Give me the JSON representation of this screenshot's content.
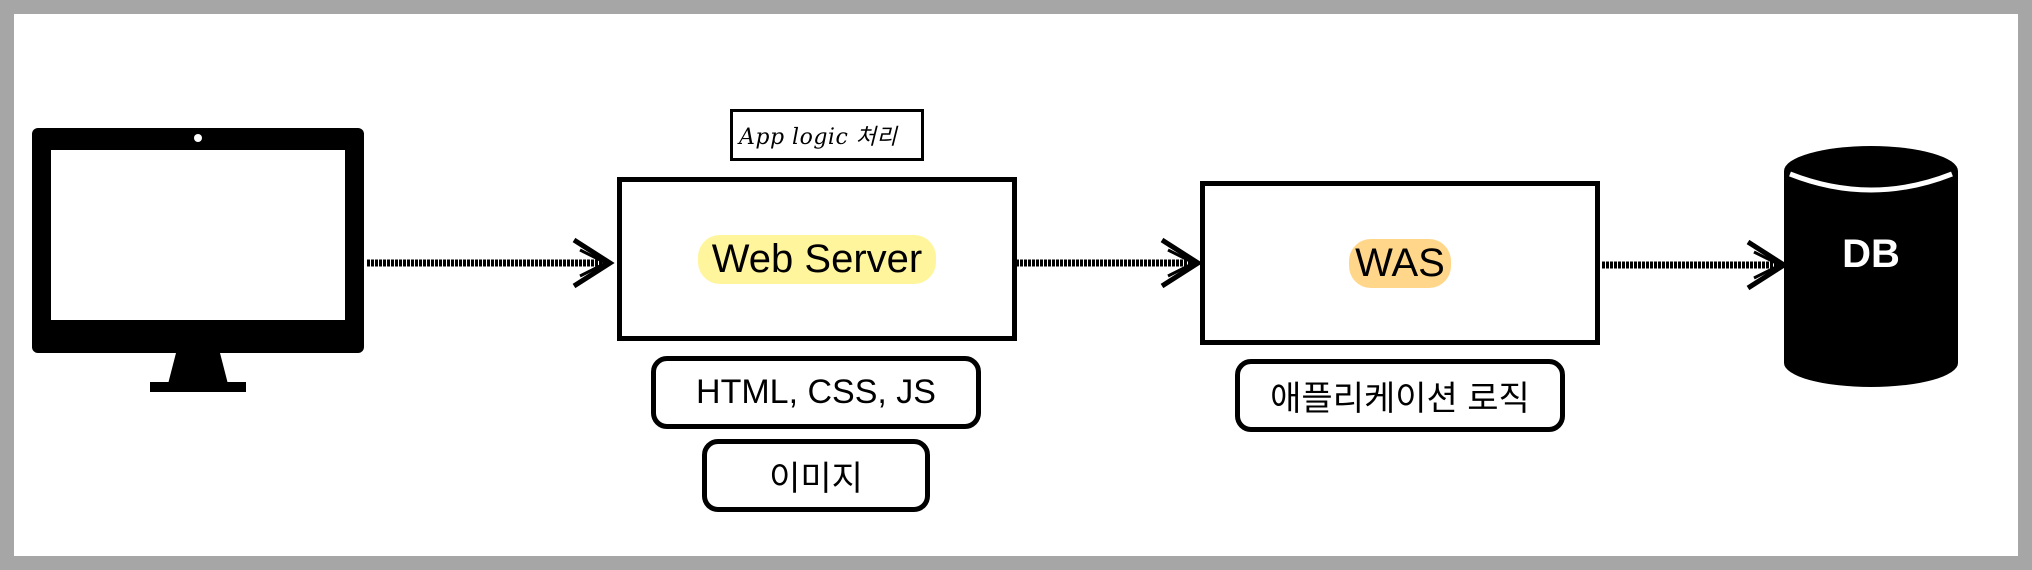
{
  "note": {
    "text": "App logic 처리"
  },
  "web_server": {
    "label": "Web Server",
    "highlight": "#fff59d"
  },
  "web_server_items": [
    "HTML, CSS, JS",
    "이미지"
  ],
  "was": {
    "label": "WAS",
    "highlight": "#ffd68a"
  },
  "was_items": [
    "애플리케이션 로직"
  ],
  "db": {
    "label": "DB"
  },
  "icons": [
    "monitor-icon",
    "database-icon",
    "arrow-icon"
  ]
}
